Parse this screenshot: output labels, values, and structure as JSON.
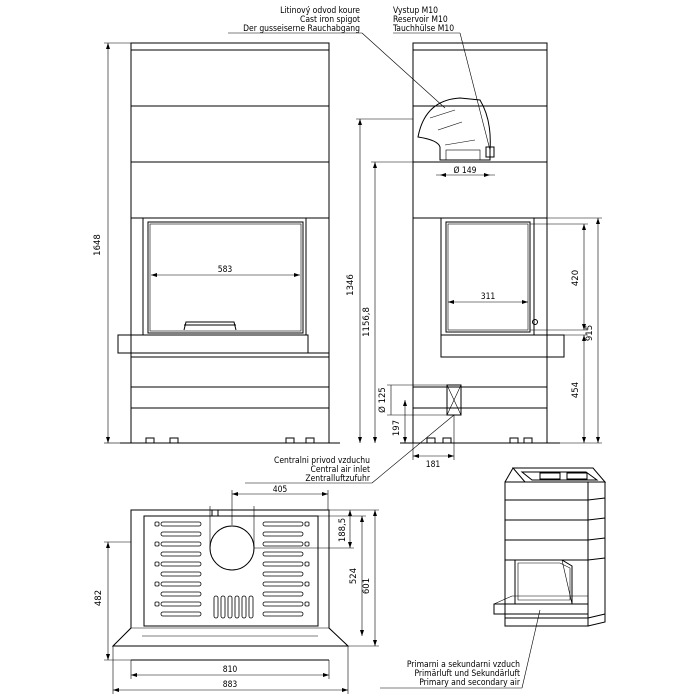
{
  "callouts": {
    "spigot": [
      "Litinový odvod koure",
      "Cast iron spigot",
      "Der gusseiserne Rauchabgang"
    ],
    "reservoir": [
      "Vystup M10",
      "Reservoir M10",
      "Tauchhülse M10"
    ],
    "central_air": [
      "Centralni privod vzduchu",
      "Central air inlet",
      "Zentralluftzufuhr"
    ],
    "primary_air": [
      "Primarni a sekundarni vzduch",
      "Primärluft und Sekundärluft",
      "Primary and secondary air"
    ]
  },
  "dimensions": {
    "total_height": "1648",
    "door_width": "583",
    "height_1346": "1346",
    "height_1156": "1156,8",
    "spigot_diameter": "Ø 149",
    "side_glass_width": "311",
    "glass_height": "420",
    "height_915": "915",
    "height_454": "454",
    "air_inlet_diameter": "Ø 125",
    "air_inlet_height": "197",
    "air_inlet_offset": "181",
    "top_width_405": "405",
    "depth_188_5": "188,5",
    "depth_524": "524",
    "depth_601": "601",
    "depth_482": "482",
    "width_810": "810",
    "width_883": "883"
  }
}
